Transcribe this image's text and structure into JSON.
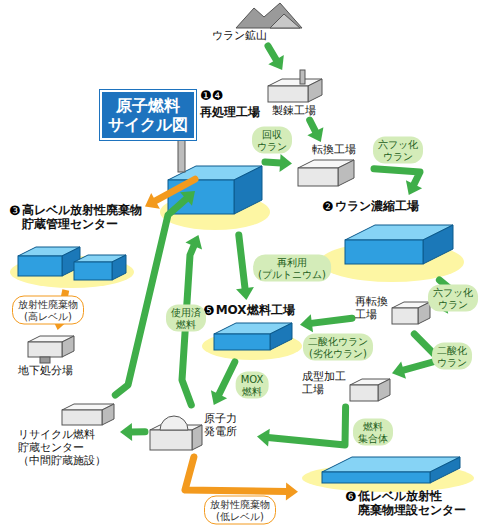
{
  "diagram": {
    "title": "原子燃料 サイクル図",
    "nodes": [
      {
        "text": [
          "ウラン鉱山"
        ]
      },
      {
        "text": [
          "製錬工場"
        ]
      },
      {
        "text": [
          "転換工場"
        ]
      },
      {
        "text": [
          "❷",
          "ウラン濃縮工場"
        ]
      },
      {
        "text": [
          "再転換 工場"
        ]
      },
      {
        "text": [
          "成型加工 工場"
        ]
      },
      {
        "text": [
          "原子力 発電所"
        ]
      },
      {
        "text": [
          "❺",
          "MOX燃料工場"
        ]
      },
      {
        "text": [
          "❶❹",
          "再処理工場"
        ]
      },
      {
        "text": [
          "❸",
          "高レベル放射性廃棄物 貯蔵管理センター"
        ]
      },
      {
        "text": [
          "地下処分場"
        ]
      },
      {
        "text": [
          "リサイクル燃料 貯蔵センター （中間貯蔵施設）"
        ]
      },
      {
        "text": [
          "❻",
          "低レベル放射性 廃棄物埋設センター"
        ]
      }
    ],
    "edges": [
      {
        "from": 0,
        "to": 1,
        "arrow": "to"
      },
      {
        "from": 1,
        "to": 2,
        "arrow": "to"
      },
      {
        "from": 2,
        "to": 3,
        "label": "六フッ化 ウラン",
        "arrow": "to"
      },
      {
        "from": 3,
        "to": 4,
        "label": "六フッ化 ウラン",
        "arrow": "to"
      },
      {
        "from": 4,
        "to": 5,
        "label": "二酸化 ウラン",
        "arrow": "to"
      },
      {
        "from": 5,
        "to": 6,
        "label": "燃料 集合体",
        "arrow": "to"
      },
      {
        "from": 8,
        "to": 2,
        "label": "回収 ウラン",
        "arrow": "to"
      },
      {
        "from": 8,
        "to": 7,
        "label": "再利用 (プルトニウム)",
        "arrow": "to"
      },
      {
        "from": 4,
        "to": 7,
        "label": "二酸化ウラン (劣化ウラン)",
        "arrow": "to"
      },
      {
        "from": 7,
        "to": 6,
        "label": "MOX 燃料",
        "arrow": "to"
      },
      {
        "from": 6,
        "to": 8,
        "label": "使用済 燃料",
        "arrow": "to"
      },
      {
        "from": 6,
        "to": 11,
        "arrow": "to"
      },
      {
        "from": 11,
        "to": 8,
        "arrow": "to"
      },
      {
        "from": 8,
        "to": 9,
        "arrow": "to"
      },
      {
        "from": 9,
        "to": 10,
        "label": "放射性廃棄物 (高レベル)",
        "arrow": "to"
      },
      {
        "from": 6,
        "to": 12,
        "label": "放射性廃棄物 (低レベル)",
        "arrow": "to"
      }
    ]
  }
}
